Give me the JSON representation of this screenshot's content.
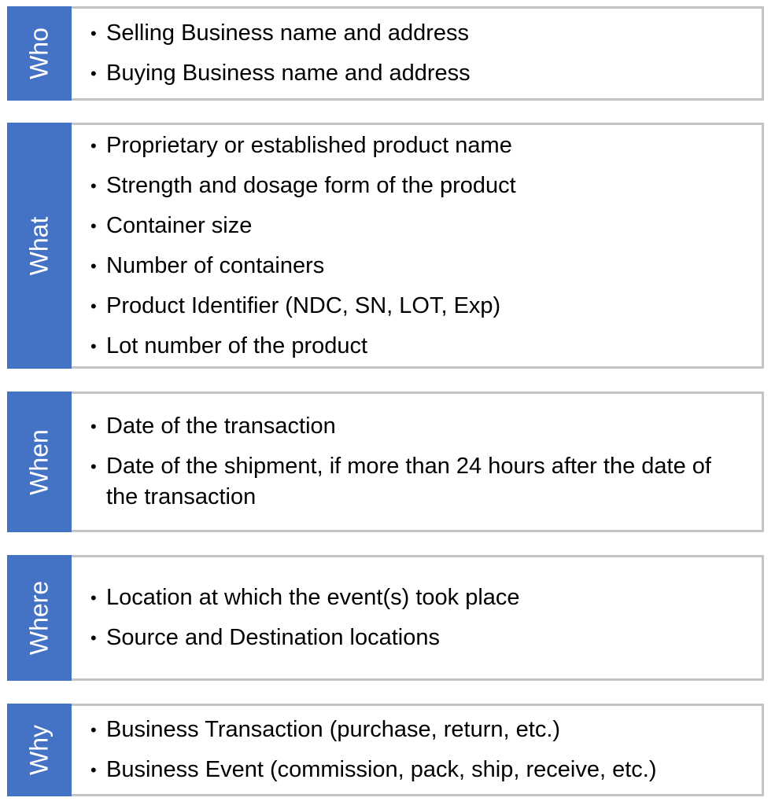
{
  "accent_color": "#4472C4",
  "border_color": "#c4c4c4",
  "sections": [
    {
      "label": "Who",
      "items": [
        "Selling Business name and address",
        "Buying Business name and address"
      ]
    },
    {
      "label": "What",
      "items": [
        "Proprietary or established product name",
        "Strength and dosage form of the product",
        "Container size",
        "Number of containers",
        "Product Identifier (NDC, SN, LOT, Exp)",
        "Lot number of the product"
      ]
    },
    {
      "label": "When",
      "items": [
        "Date of the transaction",
        "Date of the shipment, if more than 24 hours after the date of the transaction"
      ]
    },
    {
      "label": "Where",
      "items": [
        "Location at which the event(s) took place",
        "Source and Destination locations"
      ]
    },
    {
      "label": "Why",
      "items": [
        "Business Transaction (purchase, return, etc.)",
        "Business Event (commission, pack, ship, receive, etc.)"
      ]
    }
  ]
}
